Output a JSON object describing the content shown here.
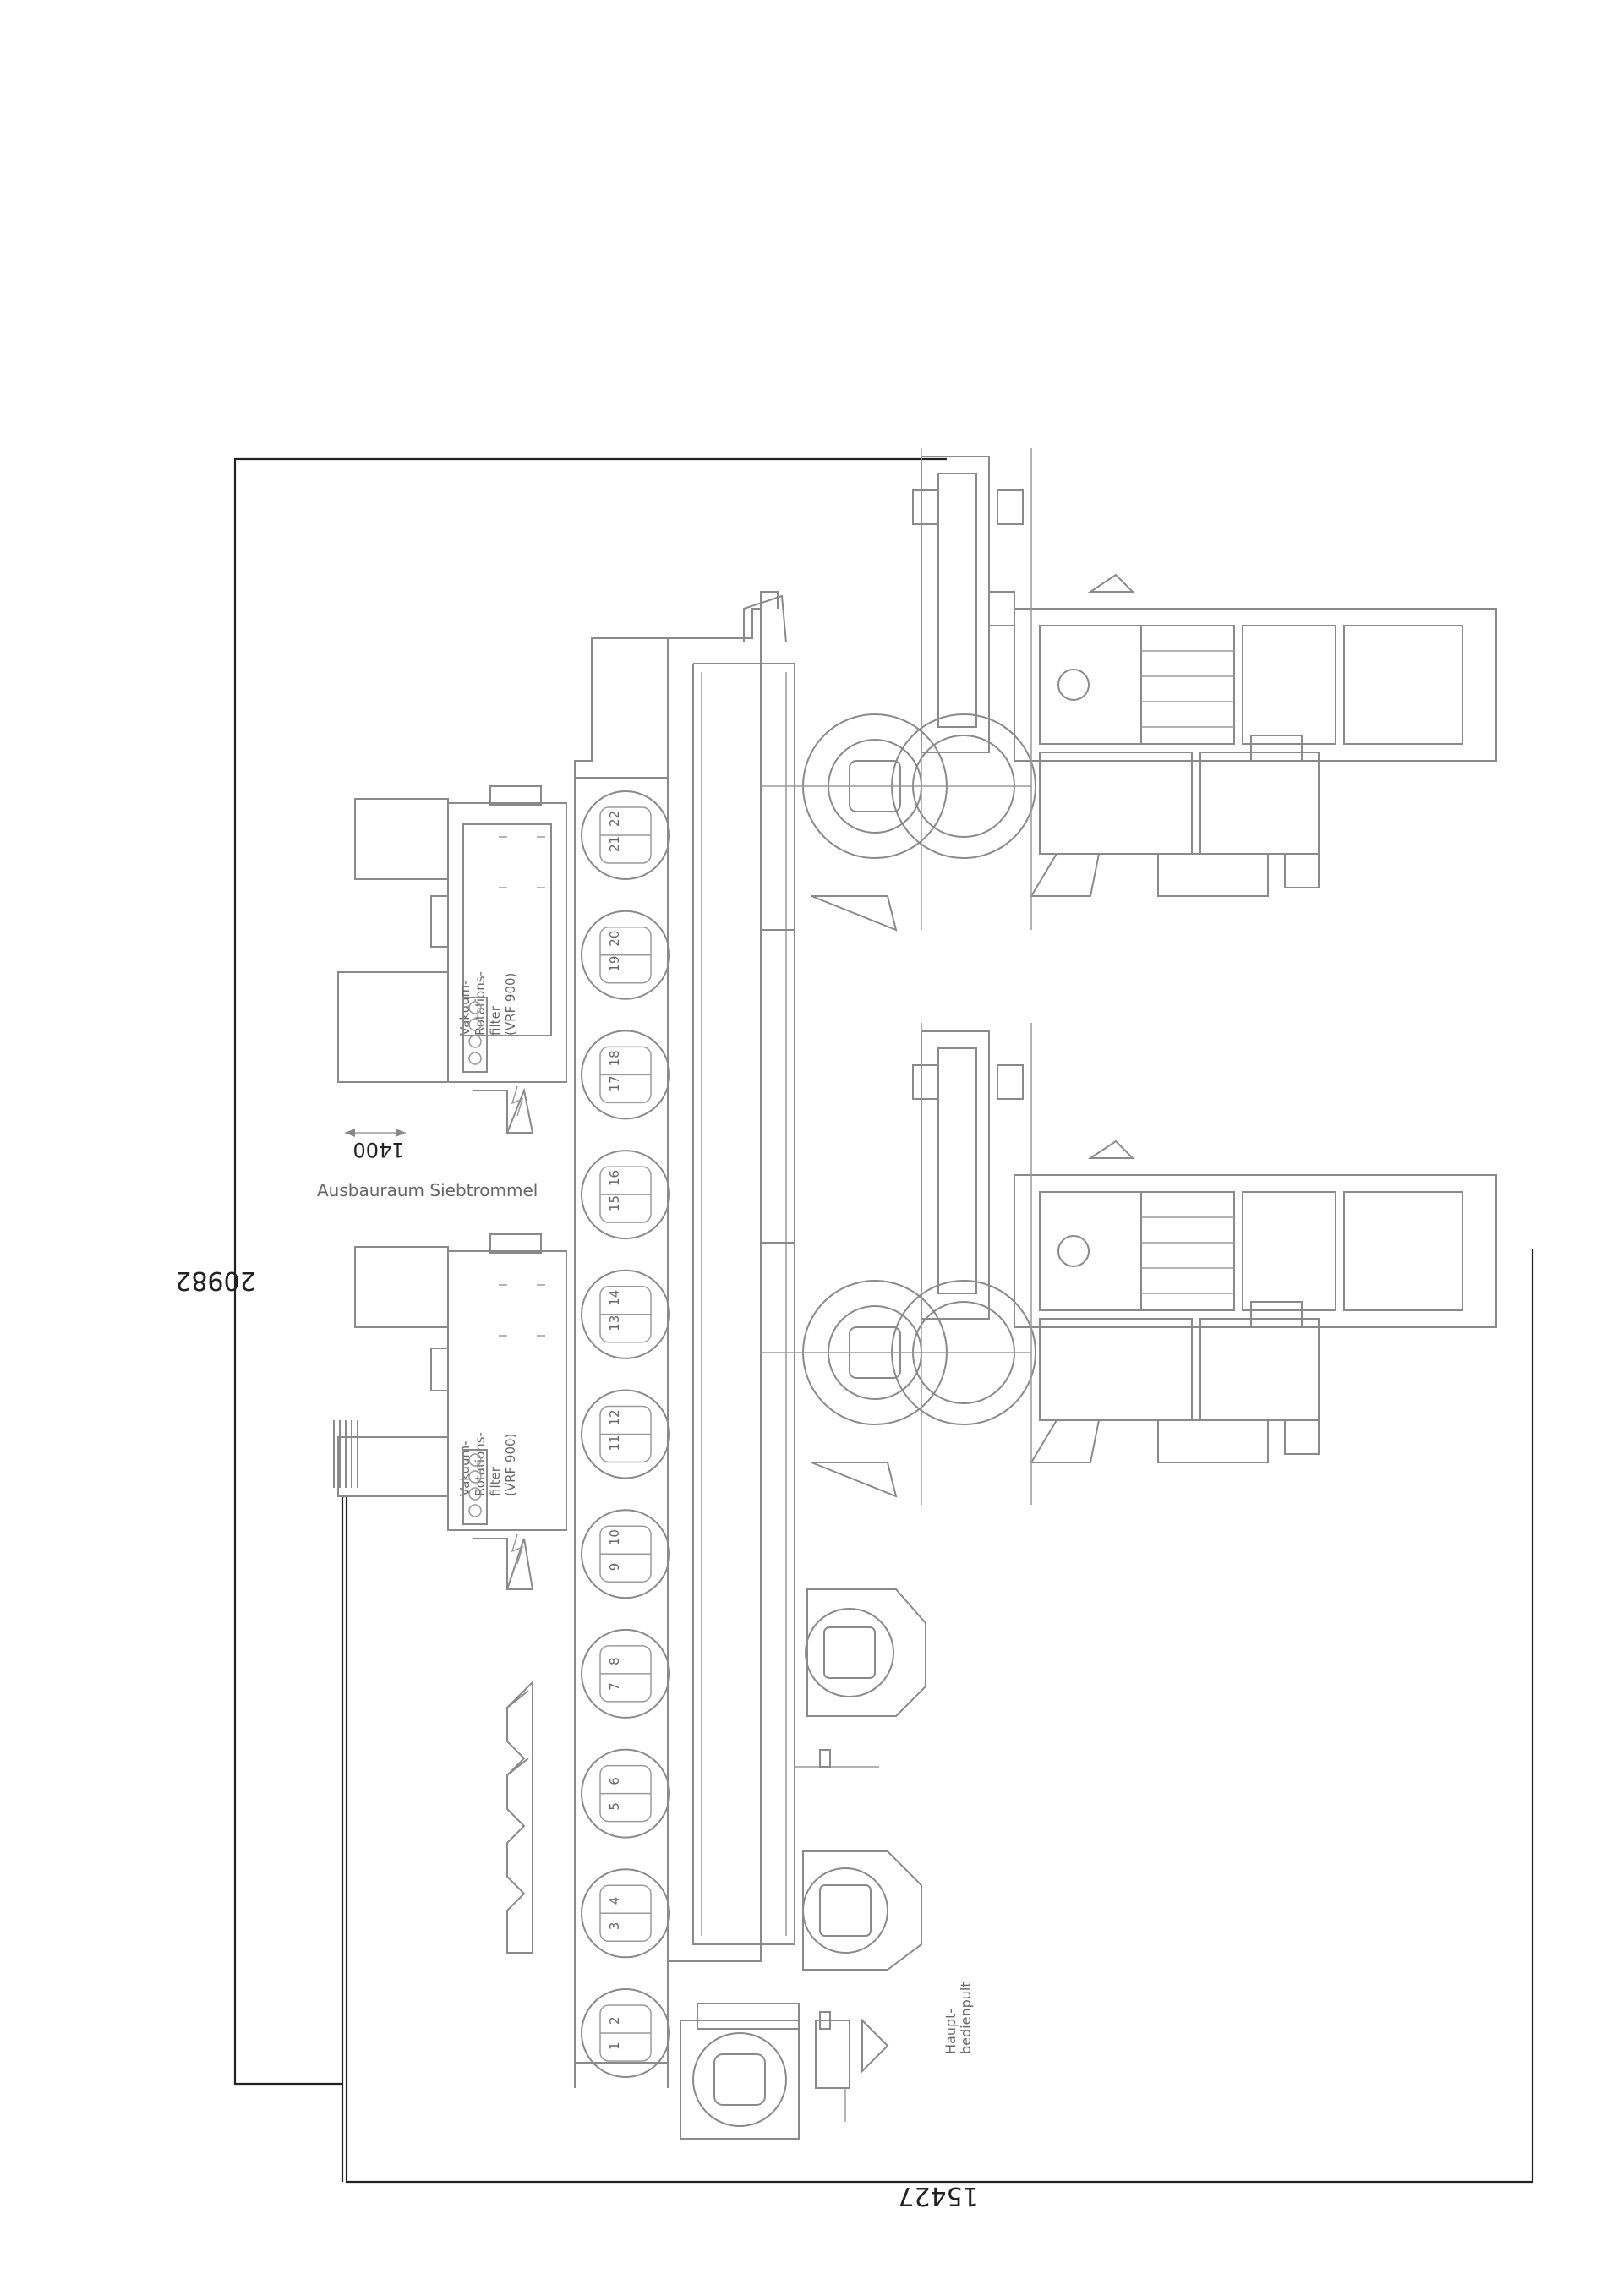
{
  "dimensions": {
    "total_width": "20982",
    "total_depth": "15427",
    "clearance": "1400"
  },
  "labels": {
    "removal_area": "Ausbauraum Siebtrommel",
    "filter_top": [
      "Vakuum-",
      "Rotations-",
      "filter",
      "(VRF 900)"
    ],
    "filter_bottom": [
      "Vakuum-",
      "Rotations-",
      "filter",
      "(VRF 900)"
    ],
    "control_panel": [
      "Haupt-",
      "bedienpult"
    ]
  },
  "station_numbers": [
    "1",
    "2",
    "3",
    "4",
    "5",
    "6",
    "7",
    "8",
    "9",
    "10",
    "11",
    "12",
    "13",
    "14",
    "15",
    "16",
    "17",
    "18",
    "19",
    "20",
    "21",
    "22"
  ]
}
